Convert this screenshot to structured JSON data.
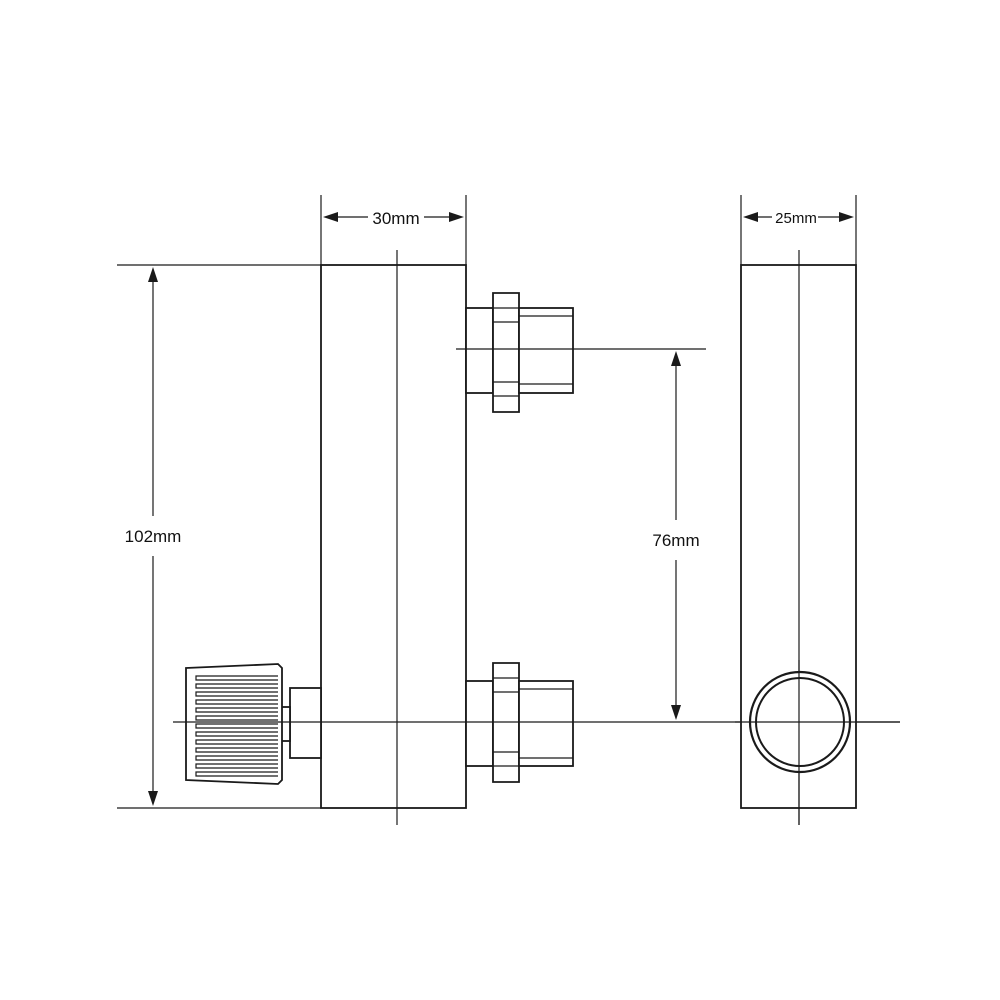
{
  "dimensions": {
    "width_front": "30mm",
    "width_side": "25mm",
    "height_total": "102mm",
    "port_spacing": "76mm"
  }
}
